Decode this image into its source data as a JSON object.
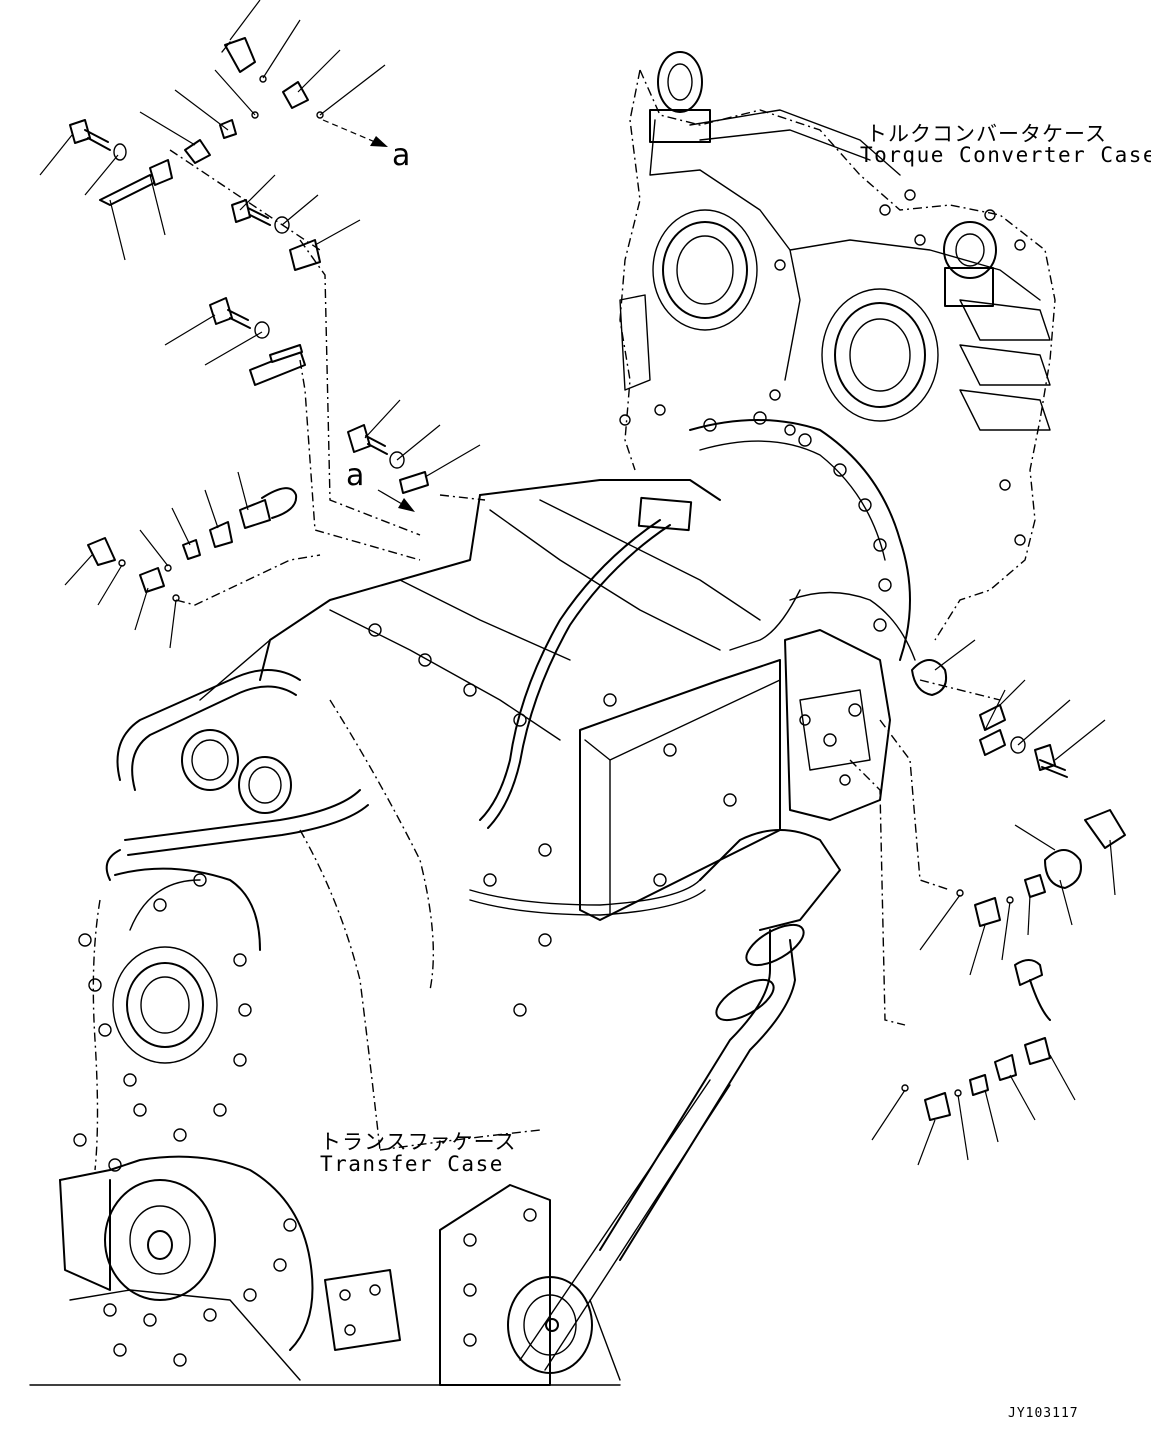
{
  "labels": {
    "torque_converter_jp": "トルクコンバータケース",
    "torque_converter_en": "Torque Converter Case",
    "transfer_jp": "トランスファケース",
    "transfer_en": "Transfer Case",
    "ref_a_top": "a",
    "ref_a_mid": "a",
    "drawing_code": "JY103117"
  }
}
